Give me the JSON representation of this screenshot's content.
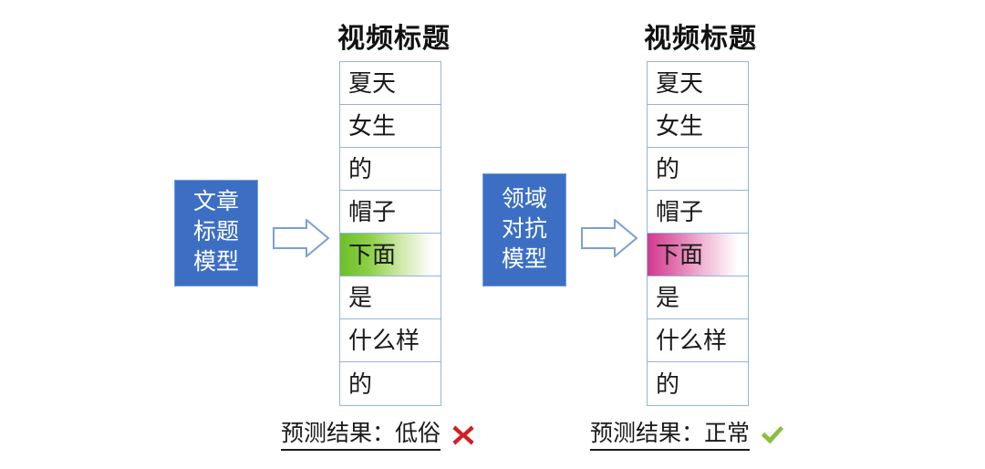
{
  "figure": {
    "background": "#ffffff",
    "columns": [
      {
        "id": "baseline",
        "title": "视频标题",
        "model": {
          "lines": [
            "文章",
            "标题",
            "模型"
          ],
          "color": "#3c6fc4"
        },
        "arrow": "right-block-arrow",
        "tokens": [
          {
            "text": "夏天",
            "highlight": "none"
          },
          {
            "text": "女生",
            "highlight": "none"
          },
          {
            "text": "的",
            "highlight": "none"
          },
          {
            "text": "帽子",
            "highlight": "none"
          },
          {
            "text": "下面",
            "highlight": "green"
          },
          {
            "text": "是",
            "highlight": "none"
          },
          {
            "text": "什么样",
            "highlight": "none"
          },
          {
            "text": "的",
            "highlight": "none"
          }
        ],
        "prediction": {
          "label": "预测结果：",
          "value": "低俗",
          "mark": "cross-icon",
          "mark_color": "#cc2222"
        }
      },
      {
        "id": "domain-adversarial",
        "title": "视频标题",
        "model": {
          "lines": [
            "领域",
            "对抗",
            "模型"
          ],
          "color": "#3c6fc4"
        },
        "arrow": "right-block-arrow",
        "tokens": [
          {
            "text": "夏天",
            "highlight": "none"
          },
          {
            "text": "女生",
            "highlight": "none"
          },
          {
            "text": "的",
            "highlight": "none"
          },
          {
            "text": "帽子",
            "highlight": "none"
          },
          {
            "text": "下面",
            "highlight": "pink"
          },
          {
            "text": "是",
            "highlight": "none"
          },
          {
            "text": "什么样",
            "highlight": "none"
          },
          {
            "text": "的",
            "highlight": "none"
          }
        ],
        "prediction": {
          "label": "预测结果：",
          "value": "正常",
          "mark": "check-icon",
          "mark_color": "#8cbf42"
        }
      }
    ],
    "colors": {
      "model_fill": "#3c6fc4",
      "model_text": "#ffffff",
      "table_border": "#93b4e3",
      "arrow_stroke": "#7ba0d8",
      "highlight_green": "#6cbf2a",
      "highlight_pink": "#d13a8f",
      "cross_red": "#cc2222",
      "check_green": "#8cbf42",
      "title_text": "#111111"
    }
  }
}
